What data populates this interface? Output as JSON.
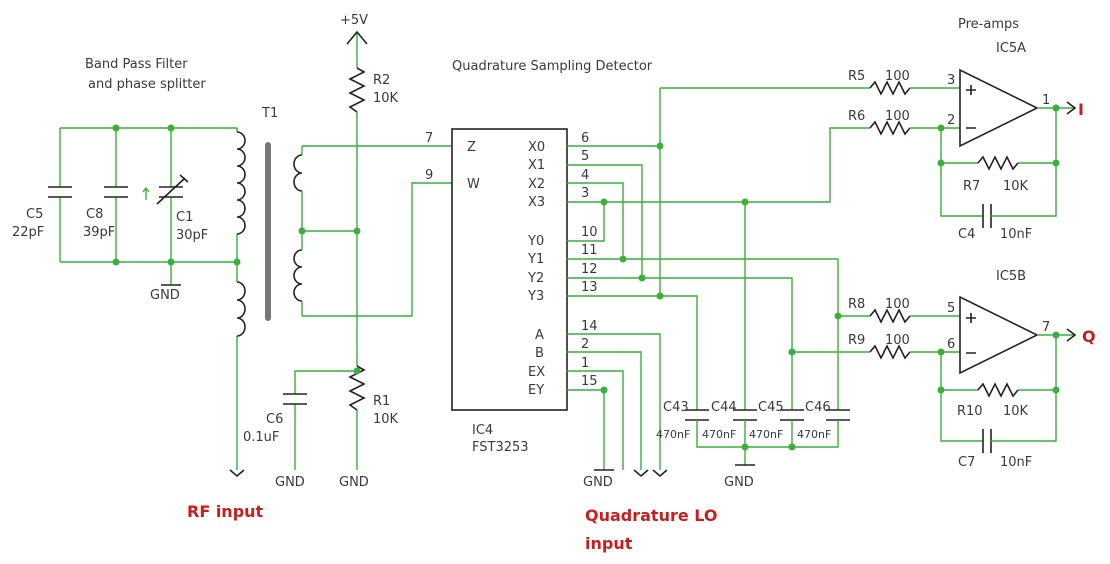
{
  "title": "Quadrature Sampling Detector",
  "bpf_title": "Band Pass Filter",
  "bpf_subtitle": "and phase splitter",
  "preamps_title": "Pre-amps",
  "transformer": "T1",
  "supply": "+5V",
  "gnd": "GND",
  "components": {
    "c5_name": "C5",
    "c5_val": "22pF",
    "c8_name": "C8",
    "c8_val": "39pF",
    "c1_name": "C1",
    "c1_val": "30pF",
    "r2_name": "R2",
    "r2_val": "10K",
    "r1_name": "R1",
    "r1_val": "10K",
    "c6_name": "C6",
    "c6_val": "0.1uF",
    "r5_name": "R5",
    "r5_val": "100",
    "r6_name": "R6",
    "r6_val": "100",
    "r7_name": "R7",
    "r7_val": "10K",
    "c4_name": "C4",
    "c4_val": "10nF",
    "r8_name": "R8",
    "r8_val": "100",
    "r9_name": "R9",
    "r9_val": "100",
    "r10_name": "R10",
    "r10_val": "10K",
    "c7_name": "C7",
    "c7_val": "10nF",
    "c43_name": "C43",
    "c44_name": "C44",
    "c45_name": "C45",
    "c46_name": "C46",
    "cbank_val": "470nF"
  },
  "ic4": {
    "name": "IC4",
    "part": "FST3253",
    "pins_left": [
      {
        "label": "Z",
        "num": "7"
      },
      {
        "label": "W",
        "num": "9"
      }
    ],
    "pins_right": [
      {
        "label": "X0",
        "num": "6"
      },
      {
        "label": "X1",
        "num": "5"
      },
      {
        "label": "X2",
        "num": "4"
      },
      {
        "label": "X3",
        "num": "3"
      },
      {
        "label": "Y0",
        "num": "10"
      },
      {
        "label": "Y1",
        "num": "11"
      },
      {
        "label": "Y2",
        "num": "12"
      },
      {
        "label": "Y3",
        "num": "13"
      },
      {
        "label": "A",
        "num": "14"
      },
      {
        "label": "B",
        "num": "2"
      },
      {
        "label": "EX",
        "num": "1"
      },
      {
        "label": "EY",
        "num": "15"
      }
    ]
  },
  "opamps": {
    "a_name": "IC5A",
    "a_pin_plus": "3",
    "a_pin_minus": "2",
    "a_pin_out": "1",
    "b_name": "IC5B",
    "b_pin_plus": "5",
    "b_pin_minus": "6",
    "b_pin_out": "7"
  },
  "outputs": {
    "i": "I",
    "q": "Q"
  },
  "annotations": {
    "rf_input": "RF input",
    "lo_input_line1": "Quadrature LO",
    "lo_input_line2": "input"
  }
}
